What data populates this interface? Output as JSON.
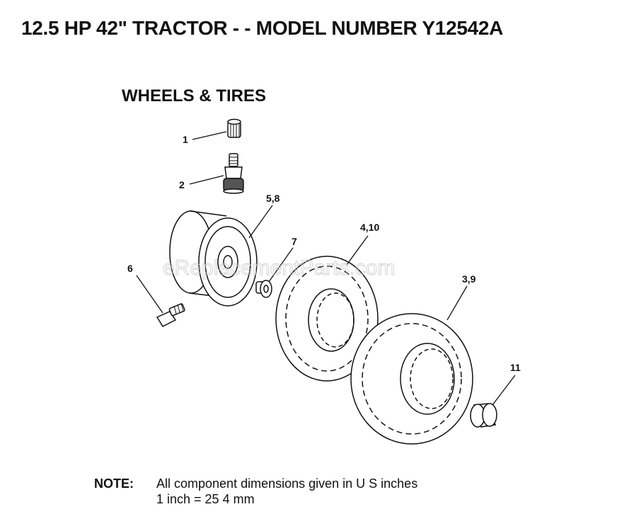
{
  "title": "12.5 HP 42\" TRACTOR - - MODEL NUMBER Y12542A",
  "section": "WHEELS & TIRES",
  "watermark": "eReplacementParts.com",
  "callouts": {
    "c1": "1",
    "c2": "2",
    "c3": "3,9",
    "c4": "4,10",
    "c5": "5,8",
    "c6": "6",
    "c7": "7",
    "c11": "11"
  },
  "note": {
    "label": "NOTE:",
    "line1": "All component dimensions given in U S  inches",
    "line2": "1 inch = 25 4 mm"
  }
}
